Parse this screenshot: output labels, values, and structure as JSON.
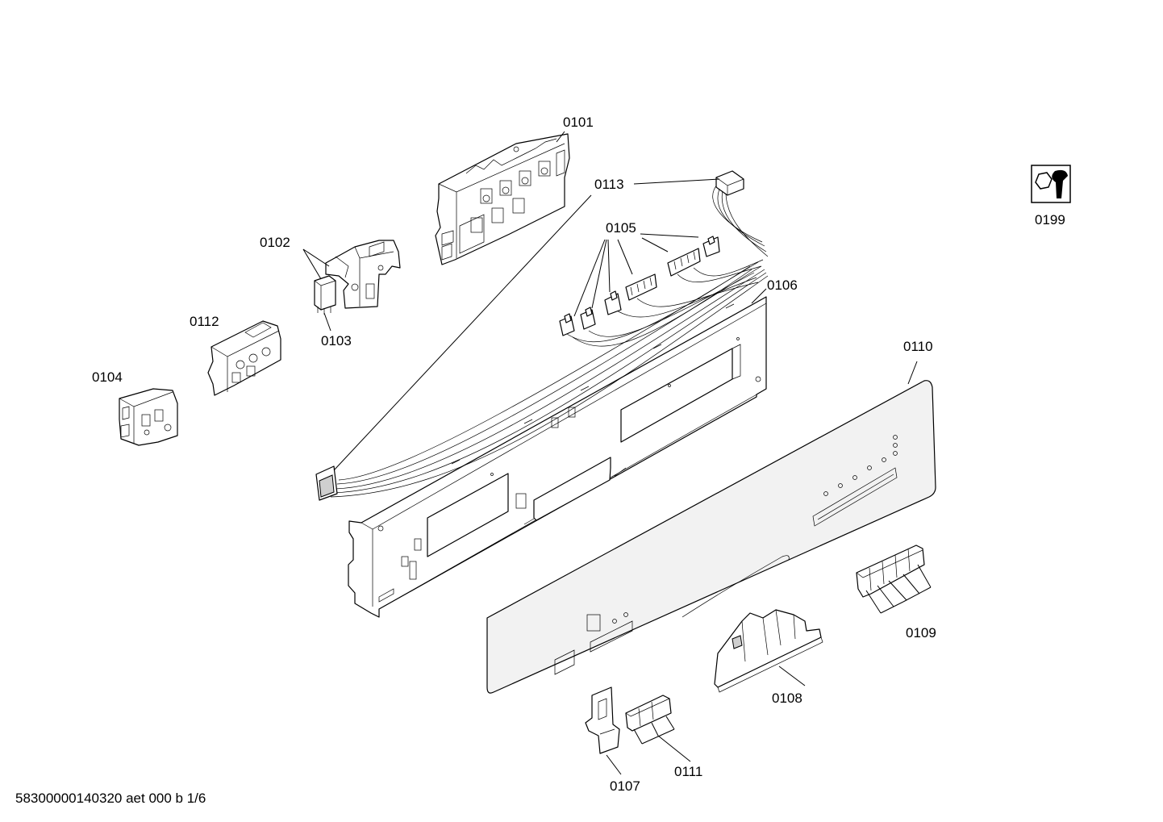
{
  "labels": {
    "p0101": "0101",
    "p0102": "0102",
    "p0103": "0103",
    "p0104": "0104",
    "p0105": "0105",
    "p0106": "0106",
    "p0107": "0107",
    "p0108": "0108",
    "p0109": "0109",
    "p0110": "0110",
    "p0111": "0111",
    "p0112": "0112",
    "p0113": "0113",
    "p0199": "0199"
  },
  "footer": {
    "doc_code": "58300000140320 aet 000 b 1/6"
  },
  "icons": {
    "service": "wrench-nut-icon"
  }
}
